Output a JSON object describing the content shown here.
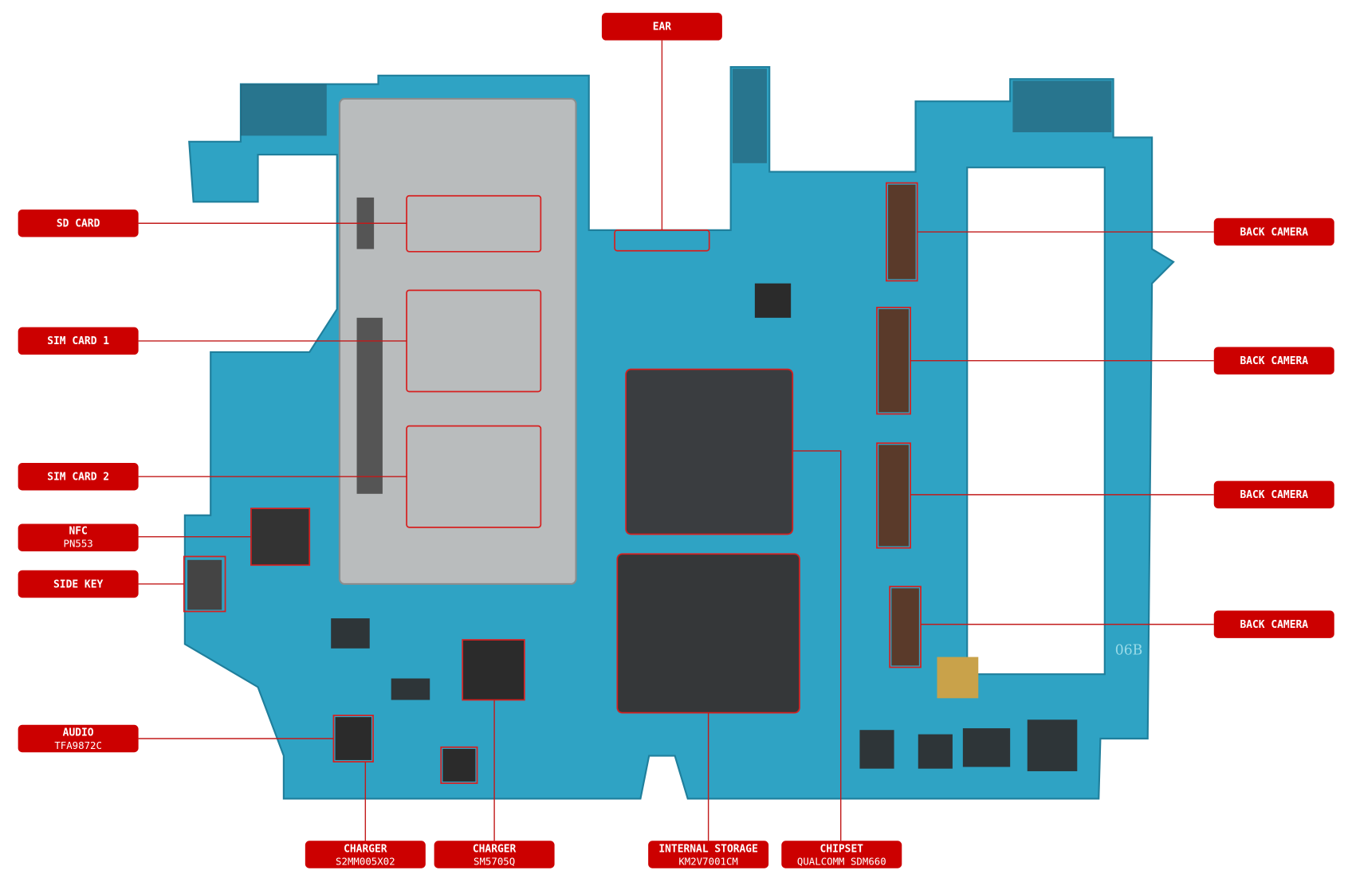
{
  "title": "Galaxy board component map",
  "colors": {
    "label": "#cc0000",
    "pcb": "#2fa3c4",
    "pcb_dark": "#1f7f9c",
    "chip": "#333333",
    "tray": "#b9bcbd"
  },
  "labels": {
    "ear": {
      "title": "EAR"
    },
    "sd_card": {
      "title": "SD CARD"
    },
    "sim1": {
      "title": "SIM CARD 1"
    },
    "sim2": {
      "title": "SIM CARD 2"
    },
    "nfc": {
      "title": "NFC",
      "sub": "PN553"
    },
    "side_key": {
      "title": "SIDE KEY"
    },
    "audio": {
      "title": "AUDIO",
      "sub": "TFA9872C"
    },
    "charger1": {
      "title": "CHARGER",
      "sub": "S2MM005X02"
    },
    "charger2": {
      "title": "CHARGER",
      "sub": "SM5705Q"
    },
    "storage": {
      "title": "INTERNAL STORAGE",
      "sub": "KM2V7001CM"
    },
    "chipset": {
      "title": "CHIPSET",
      "sub": "QUALCOMM SDM660"
    },
    "cam1": {
      "title": "BACK CAMERA"
    },
    "cam2": {
      "title": "BACK CAMERA"
    },
    "cam3": {
      "title": "BACK CAMERA"
    },
    "cam4": {
      "title": "BACK CAMERA"
    }
  },
  "board_marking": "06B"
}
